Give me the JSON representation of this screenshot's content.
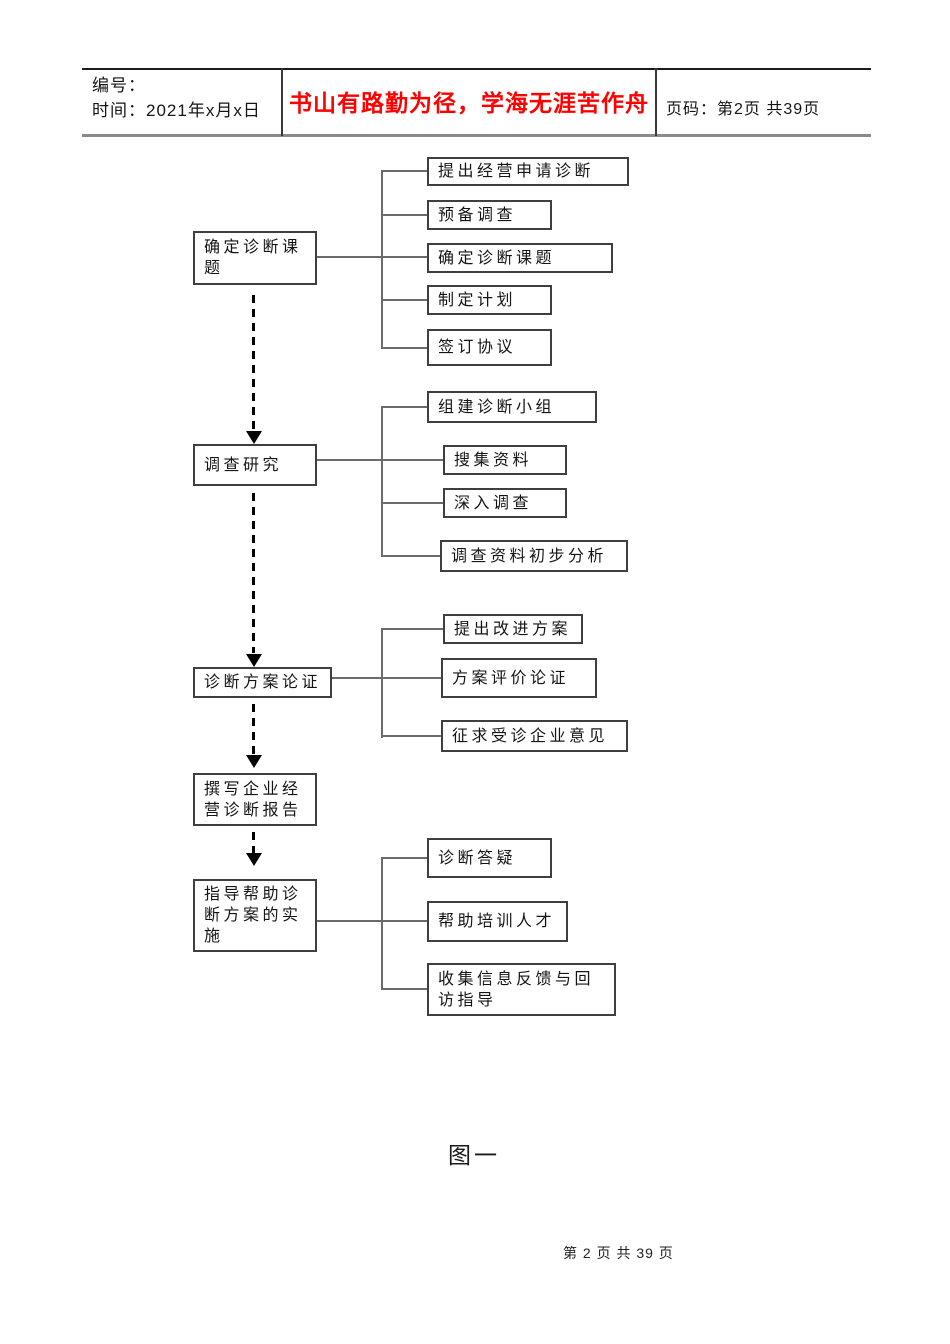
{
  "header": {
    "number_label": "编号：",
    "time_label": "时间：2021年x月x日",
    "motto": "书山有路勤为径，学海无涯苦作舟",
    "motto_color": "#ff0000",
    "page_label": "页码：第2页 共39页"
  },
  "flowchart": {
    "stages": [
      {
        "label": "确定诊断课题",
        "substeps": [
          "提出经营申请诊断",
          "预备调查",
          "确定诊断课题",
          "制定计划",
          "签订协议"
        ]
      },
      {
        "label": "调查研究",
        "substeps": [
          "组建诊断小组",
          "搜集资料",
          "深入调查",
          "调查资料初步分析"
        ]
      },
      {
        "label": "诊断方案论证",
        "substeps": [
          "提出改进方案",
          "方案评价论证",
          "征求受诊企业意见"
        ]
      },
      {
        "label": "撰写企业经营诊断报告",
        "substeps": []
      },
      {
        "label": "指导帮助诊断方案的实施",
        "substeps": [
          "诊断答疑",
          "帮助培训人才",
          "收集信息反馈与回访指导"
        ]
      }
    ]
  },
  "caption": "图一",
  "footer": {
    "page_text": "第 2 页 共 39 页"
  }
}
